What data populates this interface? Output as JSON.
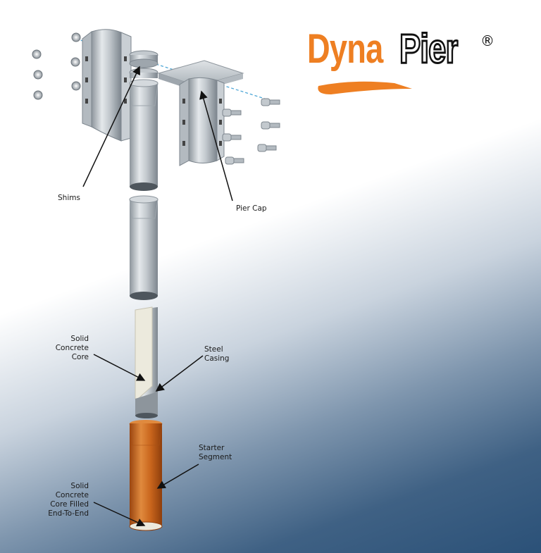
{
  "brand": {
    "logo_text_orange": "Dyna",
    "logo_text_outline": "Pier",
    "registered_mark": "®",
    "colors": {
      "orange": "#ee7f22",
      "outline": "#111111"
    }
  },
  "labels": {
    "shims": "Shims",
    "pier_cap": "Pier Cap",
    "solid_concrete_core": [
      "Solid",
      "Concrete",
      "Core"
    ],
    "steel_casing": [
      "Steel",
      "Casing"
    ],
    "starter_segment": [
      "Starter",
      "Segment"
    ],
    "core_filled": [
      "Solid",
      "Concrete",
      "Core Filled",
      "End-To-End"
    ]
  },
  "colors": {
    "steel": "#b9c0c6",
    "steel_dark": "#7d868e",
    "copper": "#c9651c",
    "concrete": "#eceadd",
    "dash_line": "#4fa7d6"
  }
}
